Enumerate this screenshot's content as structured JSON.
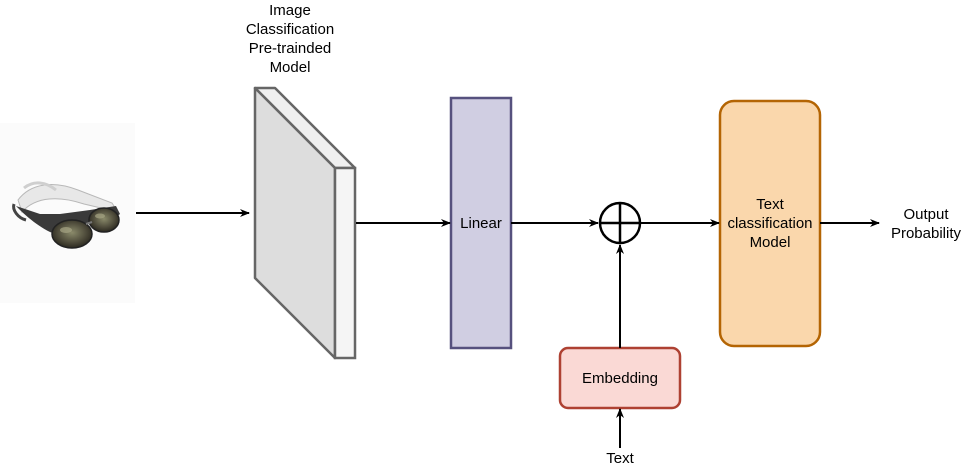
{
  "input_image": {
    "icon": "sunglasses-icon"
  },
  "pretrained_model": {
    "label_lines": [
      "Image",
      "Classification",
      "Pre-trainded",
      "Model"
    ]
  },
  "linear": {
    "label": "Linear"
  },
  "combine": {
    "icon": "circled-plus-icon"
  },
  "embedding": {
    "label": "Embedding"
  },
  "text_input": {
    "label": "Text"
  },
  "text_model": {
    "label_lines": [
      "Text",
      "classification",
      "Model"
    ]
  },
  "output": {
    "label_lines": [
      "Output",
      "Probability"
    ]
  },
  "colors": {
    "pretrained_front": "#dddddd",
    "pretrained_side": "#f5f5f5",
    "pretrained_stroke": "#666666",
    "linear_fill": "#d0cee2",
    "linear_stroke": "#56517e",
    "embedding_fill": "#fad9d5",
    "embedding_stroke": "#ae4132",
    "text_model_fill": "#fad7ac",
    "text_model_stroke": "#b46504",
    "edge": "#000000"
  }
}
